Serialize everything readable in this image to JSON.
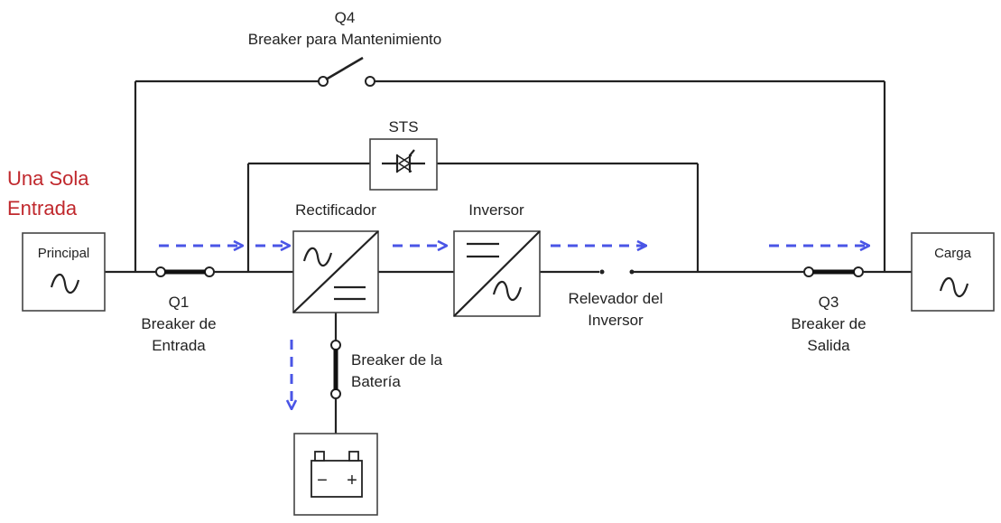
{
  "title": {
    "line1": "Una Sola",
    "line2": "Entrada",
    "color": "#c0282d"
  },
  "colors": {
    "wire": "#222222",
    "flow": "#4a55e6",
    "box_stroke": "#444444"
  },
  "components": {
    "principal": {
      "label": "Principal",
      "icon": "ac-sine-icon"
    },
    "carga": {
      "label": "Carga",
      "icon": "ac-sine-icon"
    },
    "rectificador": {
      "label": "Rectificador",
      "icon": "ac-dc-converter-icon"
    },
    "inversor": {
      "label": "Inversor",
      "icon": "dc-ac-converter-icon"
    },
    "sts": {
      "label": "STS",
      "icon": "thyristor-switch-icon"
    },
    "battery": {
      "icon": "battery-icon",
      "minus": "−",
      "plus": "+"
    }
  },
  "breakers": {
    "q4": {
      "code": "Q4",
      "name": "Breaker para Mantenimiento",
      "state": "open"
    },
    "q1": {
      "code": "Q1",
      "line1": "Breaker de",
      "line2": "Entrada",
      "state": "closed"
    },
    "q3": {
      "code": "Q3",
      "line1": "Breaker de",
      "line2": "Salida",
      "state": "closed"
    },
    "battery_breaker": {
      "line1": "Breaker de la",
      "line2": "Batería",
      "state": "closed"
    }
  },
  "relay": {
    "line1": "Relevador del",
    "line2": "Inversor"
  }
}
